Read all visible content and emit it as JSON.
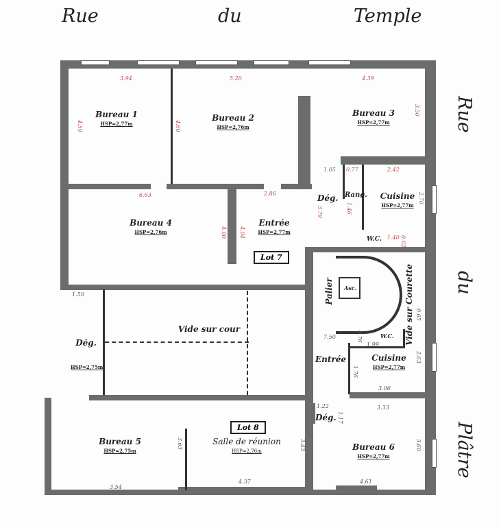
{
  "streets": {
    "top": [
      "Rue",
      "du",
      "Temple"
    ],
    "right": [
      "Rue",
      "du",
      "Plâtre"
    ]
  },
  "lots": [
    "Lot 7",
    "Lot 8"
  ],
  "rooms": [
    {
      "name": "Bureau 1",
      "hsp": "HSP=2,77m"
    },
    {
      "name": "Bureau 2",
      "hsp": "HSP=2,76m"
    },
    {
      "name": "Bureau 3",
      "hsp": "HSP=2,77m"
    },
    {
      "name": "Cuisine",
      "hsp": "HSP=2,77m"
    },
    {
      "name": "Bureau 4",
      "hsp": "HSP=2,76m"
    },
    {
      "name": "Entrée",
      "hsp": "HSP=2,77m"
    },
    {
      "name": "Dég."
    },
    {
      "name": "Rang."
    },
    {
      "name": "W.C."
    },
    {
      "name": "Palier"
    },
    {
      "name": "Vide sur Courette"
    },
    {
      "name": "Vide sur cour"
    },
    {
      "name": "Dég.",
      "hsp": "HSP=2,75m"
    },
    {
      "name": "W.C."
    },
    {
      "name": "Entrée"
    },
    {
      "name": "Cuisine",
      "hsp": "HSP=2,77m"
    },
    {
      "name": "Dég."
    },
    {
      "name": "Bureau 5",
      "hsp": "HSP=2,75m"
    },
    {
      "name": "Salle de réunion",
      "hsp": "HSP=2,76m"
    },
    {
      "name": "Bureau 6",
      "hsp": "HSP=2,77m"
    },
    {
      "name": "Asc."
    }
  ],
  "dims": [
    "3.94",
    "5.20",
    "4.39",
    "4.59",
    "4.60",
    "3.50",
    "1.05",
    "0.77",
    "2.42",
    "6.63",
    "2.86",
    "3.79",
    "1.46",
    "2.70",
    "1.40",
    "0.62",
    "4.00",
    "4.04",
    "1.50",
    "0.65",
    "7.50",
    "0.76",
    "1.99",
    "1.76",
    "2.63",
    "3.06",
    "1.22",
    "1.17",
    "3.33",
    "3.60",
    "4.61",
    "3.54",
    "3.63",
    "4.37",
    "3.43"
  ]
}
